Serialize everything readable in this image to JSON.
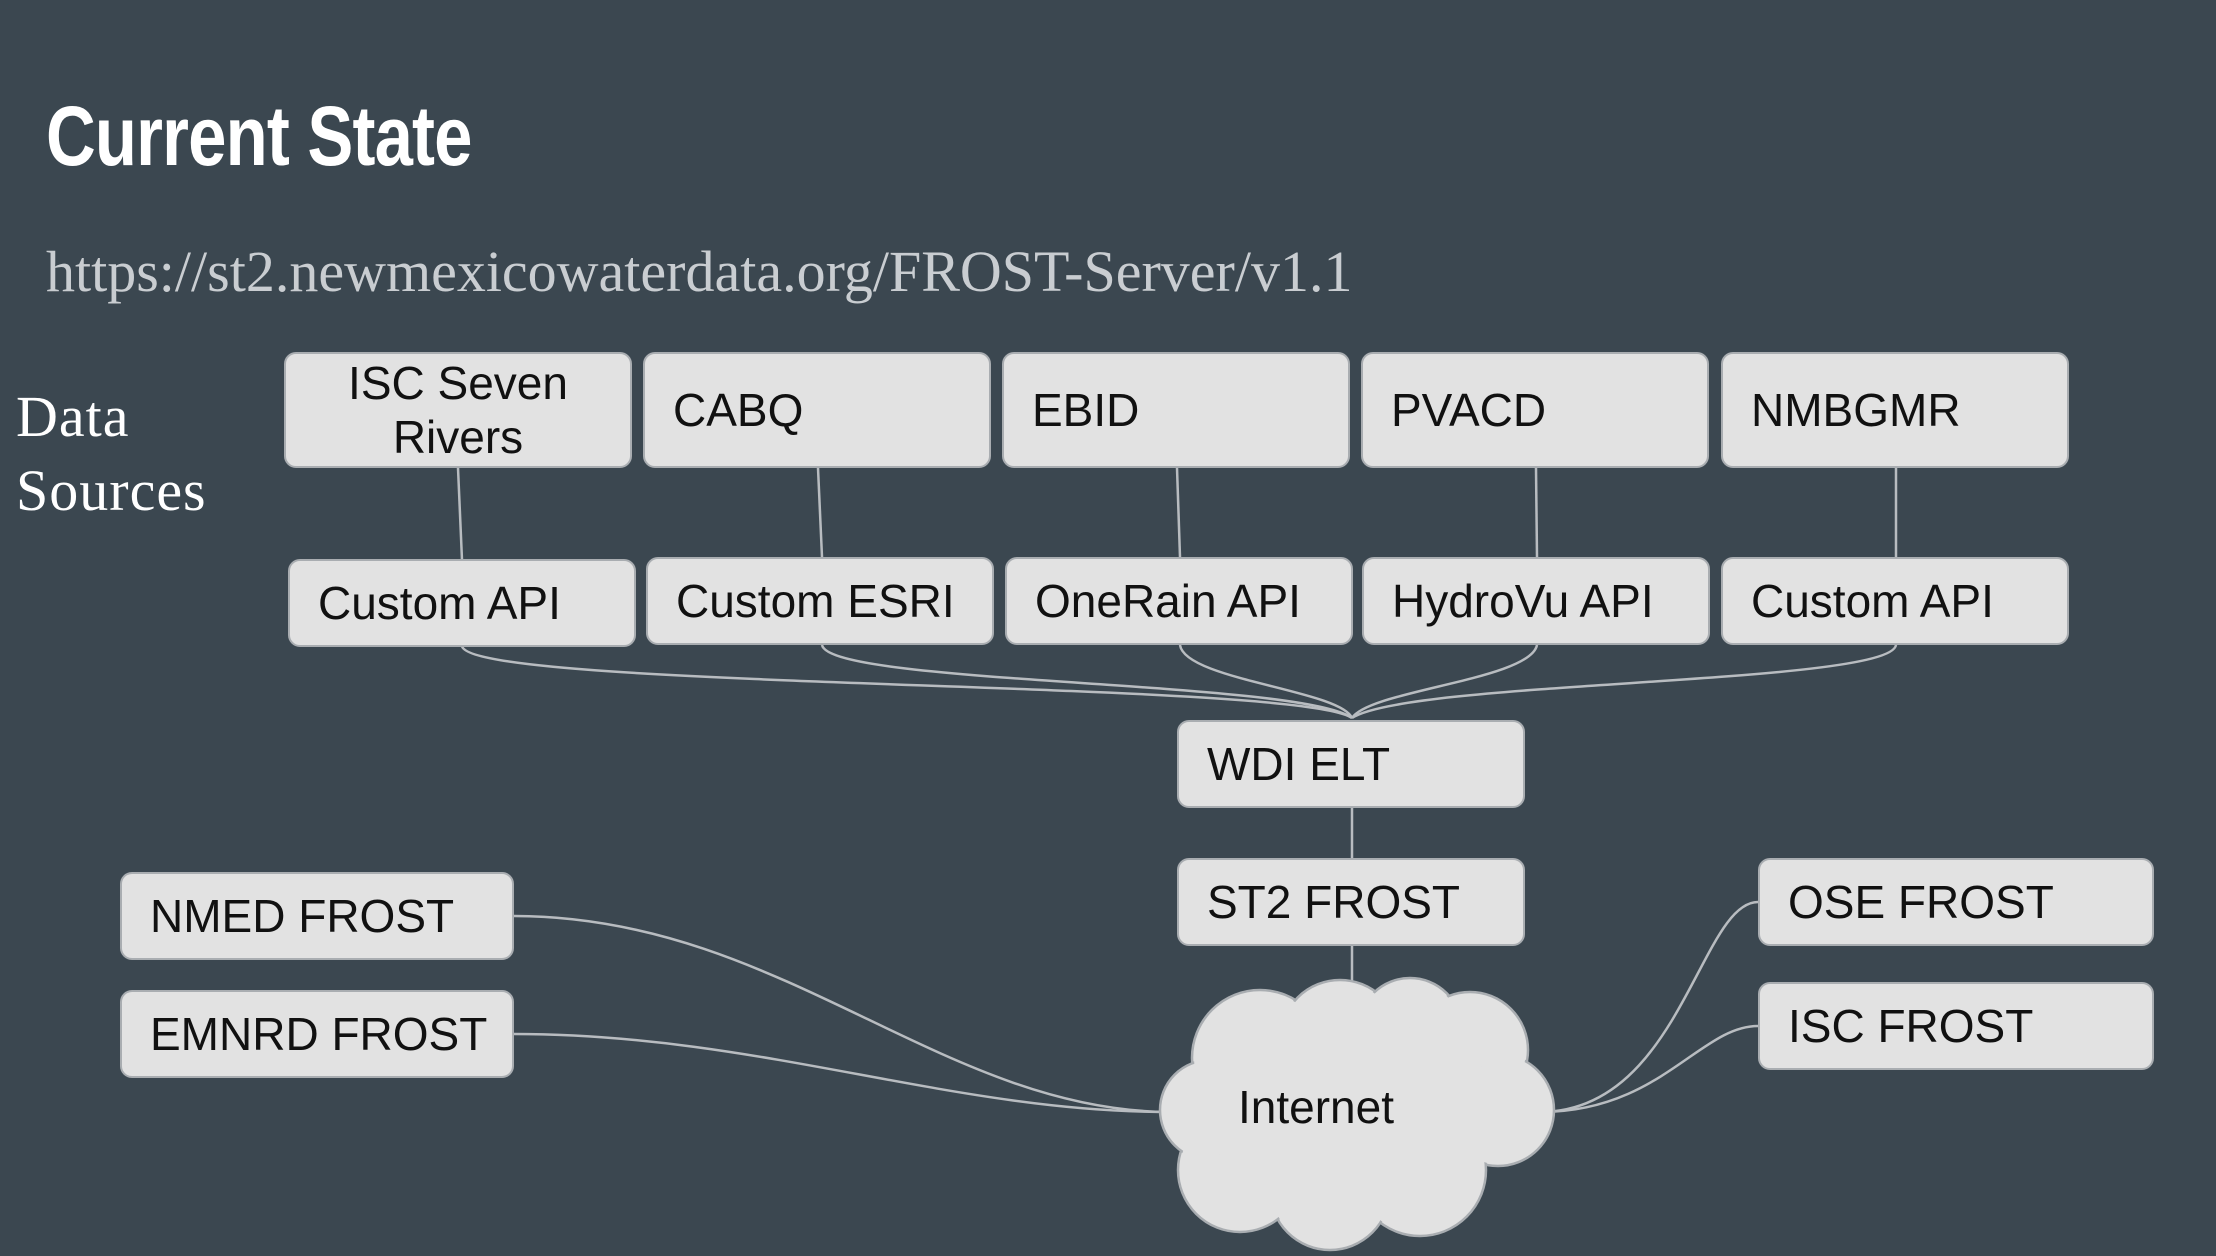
{
  "slide": {
    "title": "Current State",
    "url": "https://st2.newmexicowaterdata.org/FROST-Server/v1.1",
    "side_label_line1": "Data",
    "side_label_line2": "Sources"
  },
  "sources": [
    {
      "name": "ISC Seven Rivers",
      "api": "Custom API"
    },
    {
      "name": "CABQ",
      "api": "Custom ESRI"
    },
    {
      "name": "EBID",
      "api": "OneRain API"
    },
    {
      "name": "PVACD",
      "api": "HydroVu API"
    },
    {
      "name": "NMBGMR",
      "api": "Custom API"
    }
  ],
  "pipeline": {
    "elt": "WDI ELT",
    "st2": "ST2 FROST",
    "internet": "Internet"
  },
  "external_left": [
    "NMED FROST",
    "EMNRD FROST"
  ],
  "external_right": [
    "OSE FROST",
    "ISC FROST"
  ],
  "colors": {
    "background": "#3b4750",
    "box_fill": "#e2e2e2",
    "box_border": "#a9adb1",
    "connector": "#b8bcc0"
  }
}
